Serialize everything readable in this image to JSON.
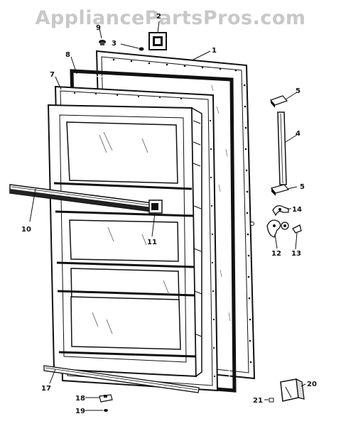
{
  "watermark": "AppliancePartsPros.com",
  "callouts": {
    "p1": "1",
    "p2": "2",
    "p3": "3",
    "p4": "4",
    "p5a": "5",
    "p5b": "5",
    "p7": "7",
    "p8": "8",
    "p9": "9",
    "p10": "10",
    "p11": "11",
    "p12": "12",
    "p13": "13",
    "p14": "14",
    "p17": "17",
    "p18": "18",
    "p19": "19",
    "p20": "20",
    "p21": "21"
  }
}
